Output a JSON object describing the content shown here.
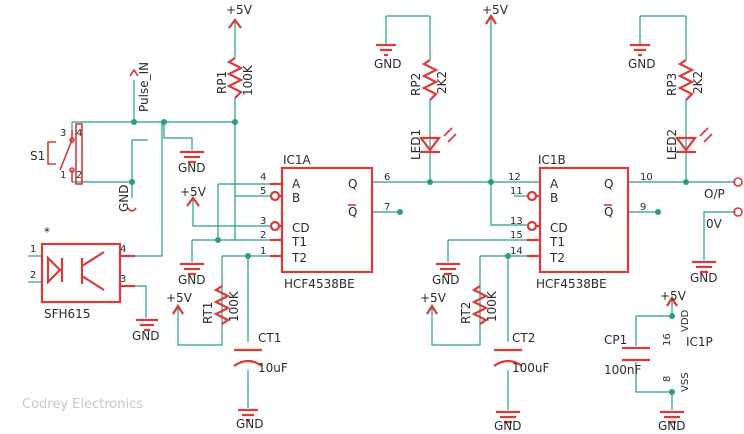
{
  "labels": {
    "pulse_in": "Pulse_IN",
    "s1": "S1",
    "opto": "SFH615",
    "star": "*",
    "gnd": "GND",
    "v5": "+5V",
    "rp1": "RP1",
    "rp1_val": "100K",
    "rp2": "RP2",
    "rp2_val": "2K2",
    "rp3": "RP3",
    "rp3_val": "2K2",
    "led1": "LED1",
    "led2": "LED2",
    "ic1a": "IC1A",
    "ic1a_part": "HCF4538BE",
    "ic1b": "IC1B",
    "ic1b_part": "HCF4538BE",
    "rt1": "RT1",
    "rt1_val": "100K",
    "rt2": "RT2",
    "rt2_val": "100K",
    "ct1": "CT1",
    "ct1_val": "10uF",
    "ct2": "CT2",
    "ct2_val": "100uF",
    "cp1": "CP1",
    "cp1_val": "100nF",
    "ic1p": "IC1P",
    "vdd": "VDD",
    "vss": "VSS",
    "out": "O/P",
    "zero": "0V",
    "watermark": "Codrey Electronics"
  },
  "pins": {
    "A": "A",
    "B": "B",
    "CD": "CD",
    "T1": "T1",
    "T2": "T2",
    "Q": "Q",
    "Qn": "Q",
    "p1": "1",
    "p2": "2",
    "p3": "3",
    "p4": "4",
    "p5": "5",
    "p6": "6",
    "p7": "7",
    "p9": "9",
    "p10": "10",
    "p11": "11",
    "p12": "12",
    "p13": "13",
    "p14": "14",
    "p15": "15",
    "p16": "16",
    "p8": "8"
  }
}
